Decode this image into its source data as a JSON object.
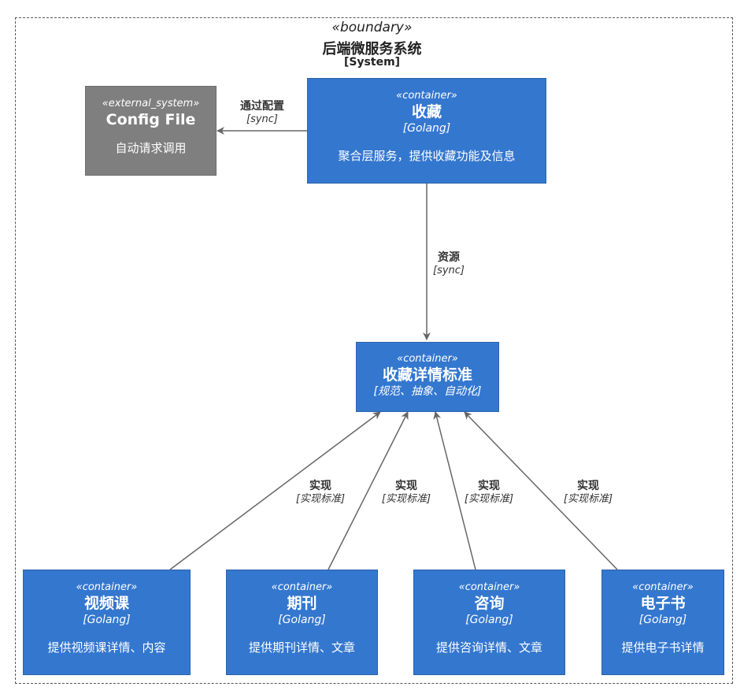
{
  "boundary": {
    "stereotype": "«boundary»",
    "name": "后端微服务系统",
    "type": "[System]"
  },
  "nodes": {
    "config": {
      "stereotype": "«external_system»",
      "name": "Config File",
      "desc": "自动请求调用",
      "color": "#7f7f7f"
    },
    "collect": {
      "stereotype": "«container»",
      "name": "收藏",
      "tech": "[Golang]",
      "desc": "聚合层服务，提供收藏功能及信息",
      "color": "#3477cf"
    },
    "standard": {
      "stereotype": "«container»",
      "name": "收藏详情标准",
      "tech": "[规范、抽象、自动化]",
      "color": "#3477cf"
    },
    "video": {
      "stereotype": "«container»",
      "name": "视频课",
      "tech": "[Golang]",
      "desc": "提供视频课详情、内容"
    },
    "journal": {
      "stereotype": "«container»",
      "name": "期刊",
      "tech": "[Golang]",
      "desc": "提供期刊详情、文章"
    },
    "consult": {
      "stereotype": "«container»",
      "name": "咨询",
      "tech": "[Golang]",
      "desc": "提供咨询详情、文章"
    },
    "ebook": {
      "stereotype": "«container»",
      "name": "电子书",
      "tech": "[Golang]",
      "desc": "提供电子书详情"
    }
  },
  "edges": {
    "config_edge": {
      "label": "通过配置",
      "tech": "[sync]"
    },
    "resource_edge": {
      "label": "资源",
      "tech": "[sync]"
    },
    "impl1": {
      "label": "实现",
      "tech": "[实现标准]"
    },
    "impl2": {
      "label": "实现",
      "tech": "[实现标准]"
    },
    "impl3": {
      "label": "实现",
      "tech": "[实现标准]"
    },
    "impl4": {
      "label": "实现",
      "tech": "[实现标准]"
    }
  }
}
